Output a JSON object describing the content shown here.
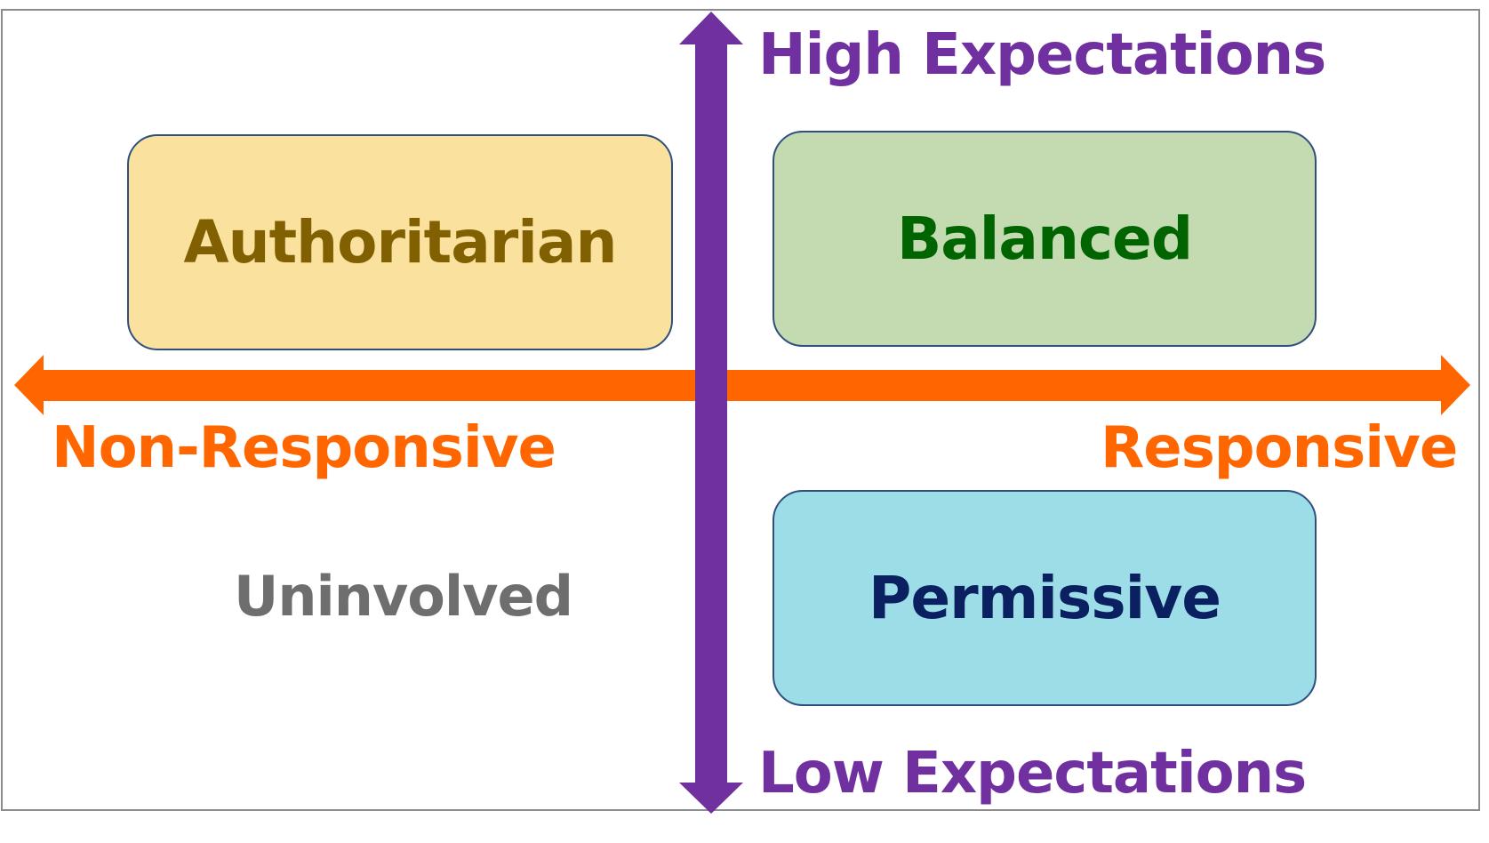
{
  "vertical_axis": {
    "top_label": "High Expectations",
    "bottom_label": "Low Expectations",
    "color": "#7030a0"
  },
  "horizontal_axis": {
    "left_label": "Non-Responsive",
    "right_label": "Responsive",
    "color": "#ff6600"
  },
  "quadrants": {
    "top_left": {
      "label": "Authoritarian",
      "fill": "#fae19e",
      "text_color": "#806000"
    },
    "top_right": {
      "label": "Balanced",
      "fill": "#c4dbb1",
      "text_color": "#006400"
    },
    "bottom_right": {
      "label": "Permissive",
      "fill": "#9cdde8",
      "text_color": "#0a2060"
    },
    "bottom_left": {
      "label": "Uninvolved",
      "text_color": "#6e6e6e"
    }
  }
}
